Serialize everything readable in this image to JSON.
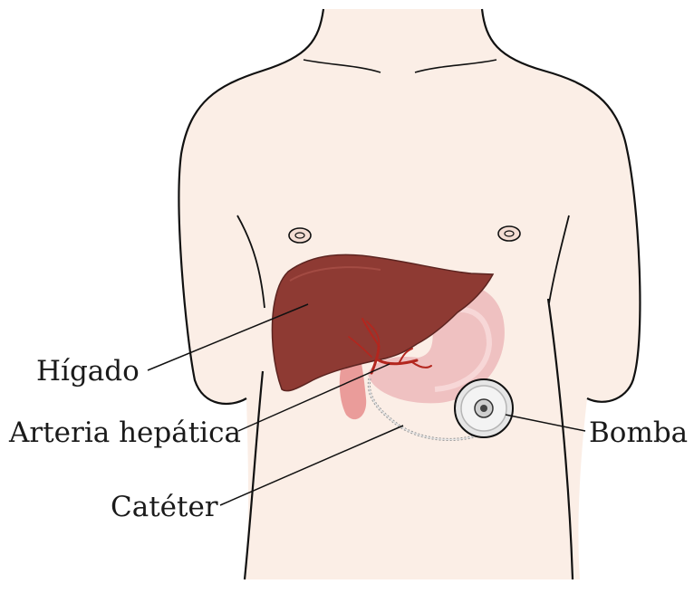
{
  "labels": {
    "liver": "Hígado",
    "artery": "Arteria hepática",
    "catheter": "Catéter",
    "pump": "Bomba"
  },
  "colors": {
    "skin": "#fbeee6",
    "outline": "#111111",
    "liver": "#8e3a33",
    "stomach": "#efc1c1",
    "artery": "#b3261e",
    "pump": "#e9e9e9"
  }
}
